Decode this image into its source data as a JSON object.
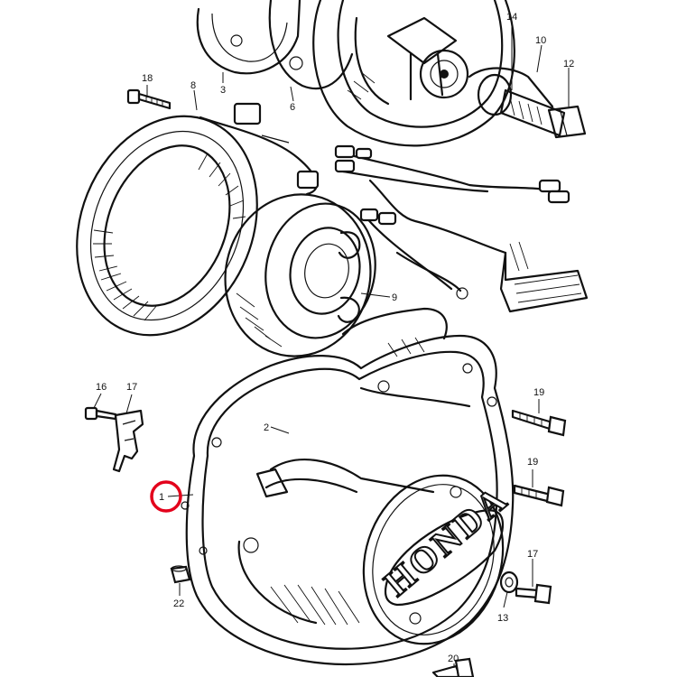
{
  "diagram": {
    "brand_logo_text": "HONDA",
    "highlight_color": "#e3001b",
    "line_color": "#111111",
    "background_color": "#ffffff",
    "callouts": {
      "c1": "1",
      "c2": "2",
      "c3": "3",
      "c6": "6",
      "c8": "8",
      "c9": "9",
      "c10": "10",
      "c12": "12",
      "c13": "13",
      "c14": "14",
      "c16": "16",
      "c17a": "17",
      "c17b": "17",
      "c18": "18",
      "c19a": "19",
      "c19b": "19",
      "c20": "20",
      "c22": "22"
    }
  }
}
